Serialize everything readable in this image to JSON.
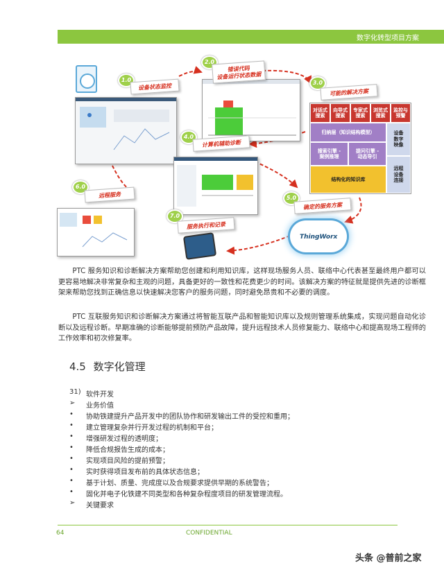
{
  "header": {
    "title": "数字化转型项目方案",
    "color": "#8cc63f"
  },
  "diagram": {
    "steps": [
      {
        "num": "1.0",
        "label": "设备状态监控"
      },
      {
        "num": "2.0",
        "label": "错误代码\n设备运行状态数据"
      },
      {
        "num": "3.0",
        "label": "可能的解决方案"
      },
      {
        "num": "4.0",
        "label": "计算机辅助诊断"
      },
      {
        "num": "5.0",
        "label": "确定的服务方案"
      },
      {
        "num": "6.0",
        "label": "远程服务"
      },
      {
        "num": "7.0",
        "label": "服务执行和记录"
      }
    ],
    "table": {
      "top_row": [
        "对话式\n搜索",
        "向导式\n搜索",
        "专家式\n搜索",
        "浏览式\n搜索",
        "监控与\n预警"
      ],
      "induction": "归纳层（知识结构模型）",
      "right_top": "设备\n数字\n映像",
      "search_engine": "搜索引擎 -\n案例推理",
      "retrieval": "提问引擎 -\n动态导引",
      "right_bottom": "远程\n设备\n连接",
      "knowledge_base": "结构化的知识库"
    },
    "cloud_label": "ThingWorx"
  },
  "paragraphs": [
    "PTC 服务知识和诊断解决方案帮助您创建和利用知识库，这样现场服务人员、联络中心代表甚至最终用户都可以更容易地解决非常复杂和主观的问题，具备更好的一致性和花费更少的时间。该解决方案的特征就是提供先进的诊断框架来帮助您找到正确信息以快速解决您客户的服务问题，同时避免昂贵和不必要的调度。",
    "PTC 互联服务知识和诊断解决方案通过将智能互联产品和智能知识库以及规则管理系统集成，实现问题自动化诊断以及远程诊断。早期准确的诊断能够提前预防产品故障，提升远程技术人员修复能力、联络中心和提高现场工程师的工作效率和初次修复率。"
  ],
  "section": {
    "number": "4.5",
    "title": "数字化管理"
  },
  "list": [
    {
      "mark": "31)",
      "text": "软件开发"
    },
    {
      "mark": "➢",
      "text": "业务价值"
    },
    {
      "mark": "•",
      "text": "协助铁建提升产品开发中的团队协作和研发输出工件的受控和重用；"
    },
    {
      "mark": "•",
      "text": "建立管理复杂并行开发过程的机制和平台；"
    },
    {
      "mark": "•",
      "text": "增强研发过程的透明度；"
    },
    {
      "mark": "•",
      "text": "降低合规报告生成的成本；"
    },
    {
      "mark": "•",
      "text": "实现项目风险的提前预警；"
    },
    {
      "mark": "•",
      "text": "实时获得项目发布前的具体状态信息；"
    },
    {
      "mark": "•",
      "text": "基于计划、质量、完成度以及合规要求提供早期的系统警告；"
    },
    {
      "mark": "•",
      "text": "固化并电子化铁建不同类型和各种复杂程度项目的研发管理流程。"
    },
    {
      "mark": "➢",
      "text": "关键要求"
    }
  ],
  "footer": {
    "page": "64",
    "confidential": "CONFIDENTIAL"
  },
  "watermark": "头条 @普前之家"
}
